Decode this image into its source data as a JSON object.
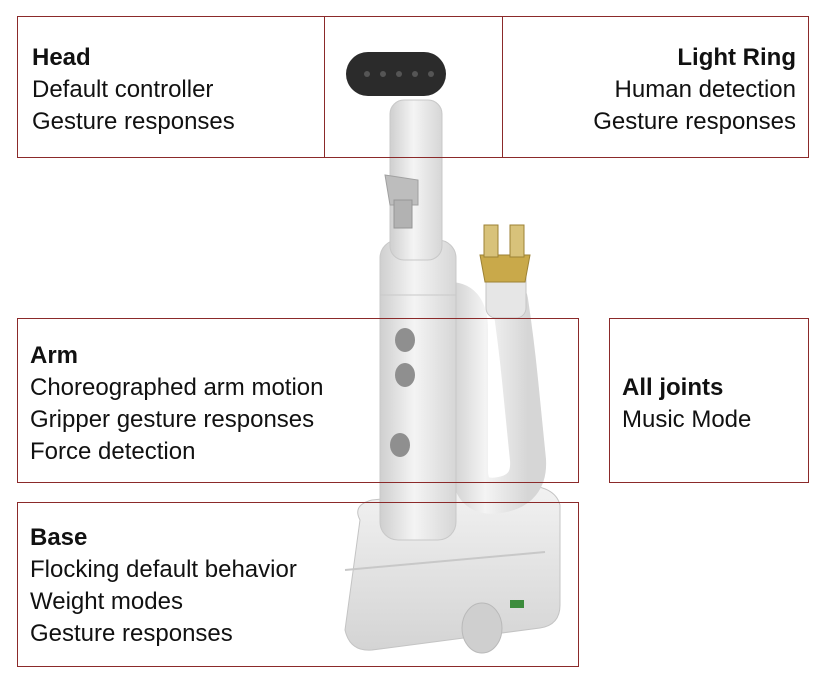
{
  "head": {
    "title": "Head",
    "lines": [
      "Default controller",
      "Gesture responses"
    ]
  },
  "light_ring": {
    "title": "Light Ring",
    "lines": [
      "Human detection",
      "Gesture responses"
    ]
  },
  "arm": {
    "title": "Arm",
    "lines": [
      "Choreographed arm motion",
      "Gripper gesture responses",
      "Force detection"
    ]
  },
  "all_joints": {
    "title": "All joints",
    "lines": [
      "Music Mode"
    ]
  },
  "base": {
    "title": "Base",
    "lines": [
      "Flocking default behavior",
      "Weight modes",
      "Gesture responses"
    ]
  },
  "colors": {
    "box_border": "#8b2a2a",
    "robot_body": "#e9e9e9",
    "head_face": "#2b2b2b",
    "gripper": "#c9a94a"
  }
}
